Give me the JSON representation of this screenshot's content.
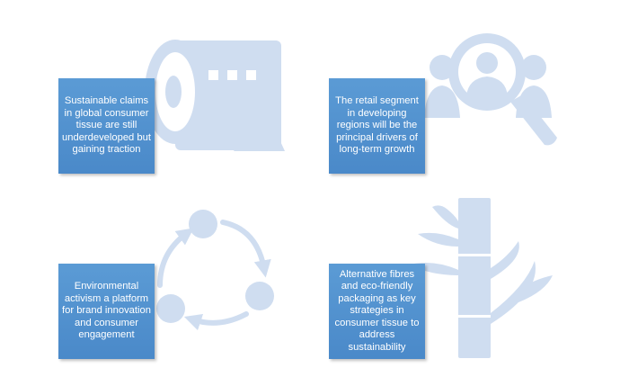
{
  "colors": {
    "box": "#5b9bd5",
    "icon": "#cfddf0",
    "text": "#ffffff"
  },
  "quadrants": [
    {
      "icon": "toilet-paper-icon",
      "text": "Sustainable claims in global consumer tissue are still underdeveloped but gaining traction"
    },
    {
      "icon": "people-search-icon",
      "text": "The retail segment in developing regions will be the principal drivers of long-term growth"
    },
    {
      "icon": "cycle-icon",
      "text": "Environmental activism a platform for brand innovation and consumer engagement"
    },
    {
      "icon": "bamboo-icon",
      "text": "Alternative fibres and eco-friendly packaging as key strategies in consumer tissue to address sustainability"
    }
  ]
}
